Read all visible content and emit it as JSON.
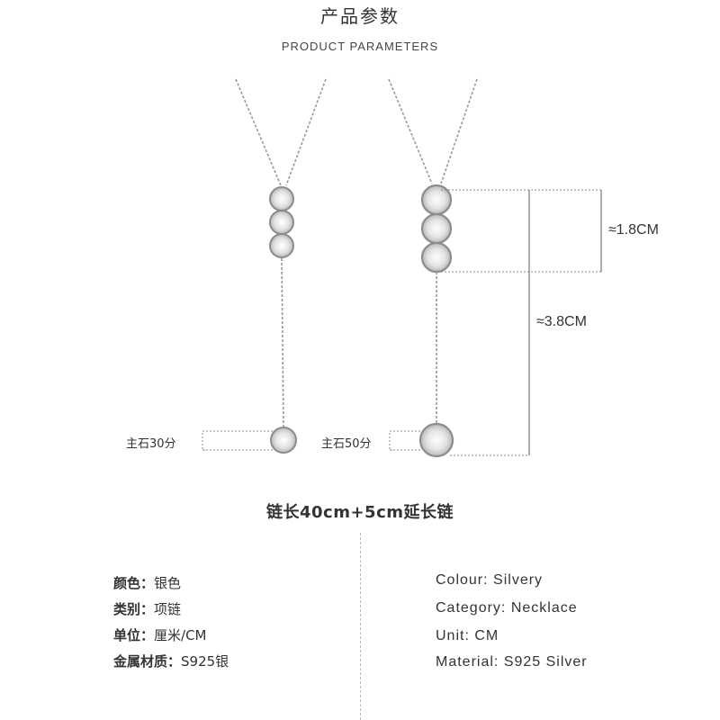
{
  "header": {
    "title_cn": "产品参数",
    "title_en": "PRODUCT PARAMETERS"
  },
  "diagram": {
    "left_stone_label": "主石30分",
    "right_stone_label": "主石50分",
    "dim_short": "≈1.8CM",
    "dim_long": "≈3.8CM"
  },
  "chain_length": "链长40cm+5cm延长链",
  "specs_cn": [
    {
      "key": "颜色：",
      "value": "银色"
    },
    {
      "key": "类别：",
      "value": "项链"
    },
    {
      "key": "单位：",
      "value": "厘米/CM"
    },
    {
      "key": "金属材质：",
      "value": "S925银"
    }
  ],
  "specs_en": [
    {
      "key": "Colour:",
      "value": "Silvery"
    },
    {
      "key": "Category:",
      "value": "Necklace"
    },
    {
      "key": "Unit:",
      "value": "CM"
    },
    {
      "key": "Material:",
      "value": "S925 Silver"
    }
  ],
  "colors": {
    "metal": "#9a9a9a",
    "dimension_line": "#777777",
    "text": "#333333"
  }
}
